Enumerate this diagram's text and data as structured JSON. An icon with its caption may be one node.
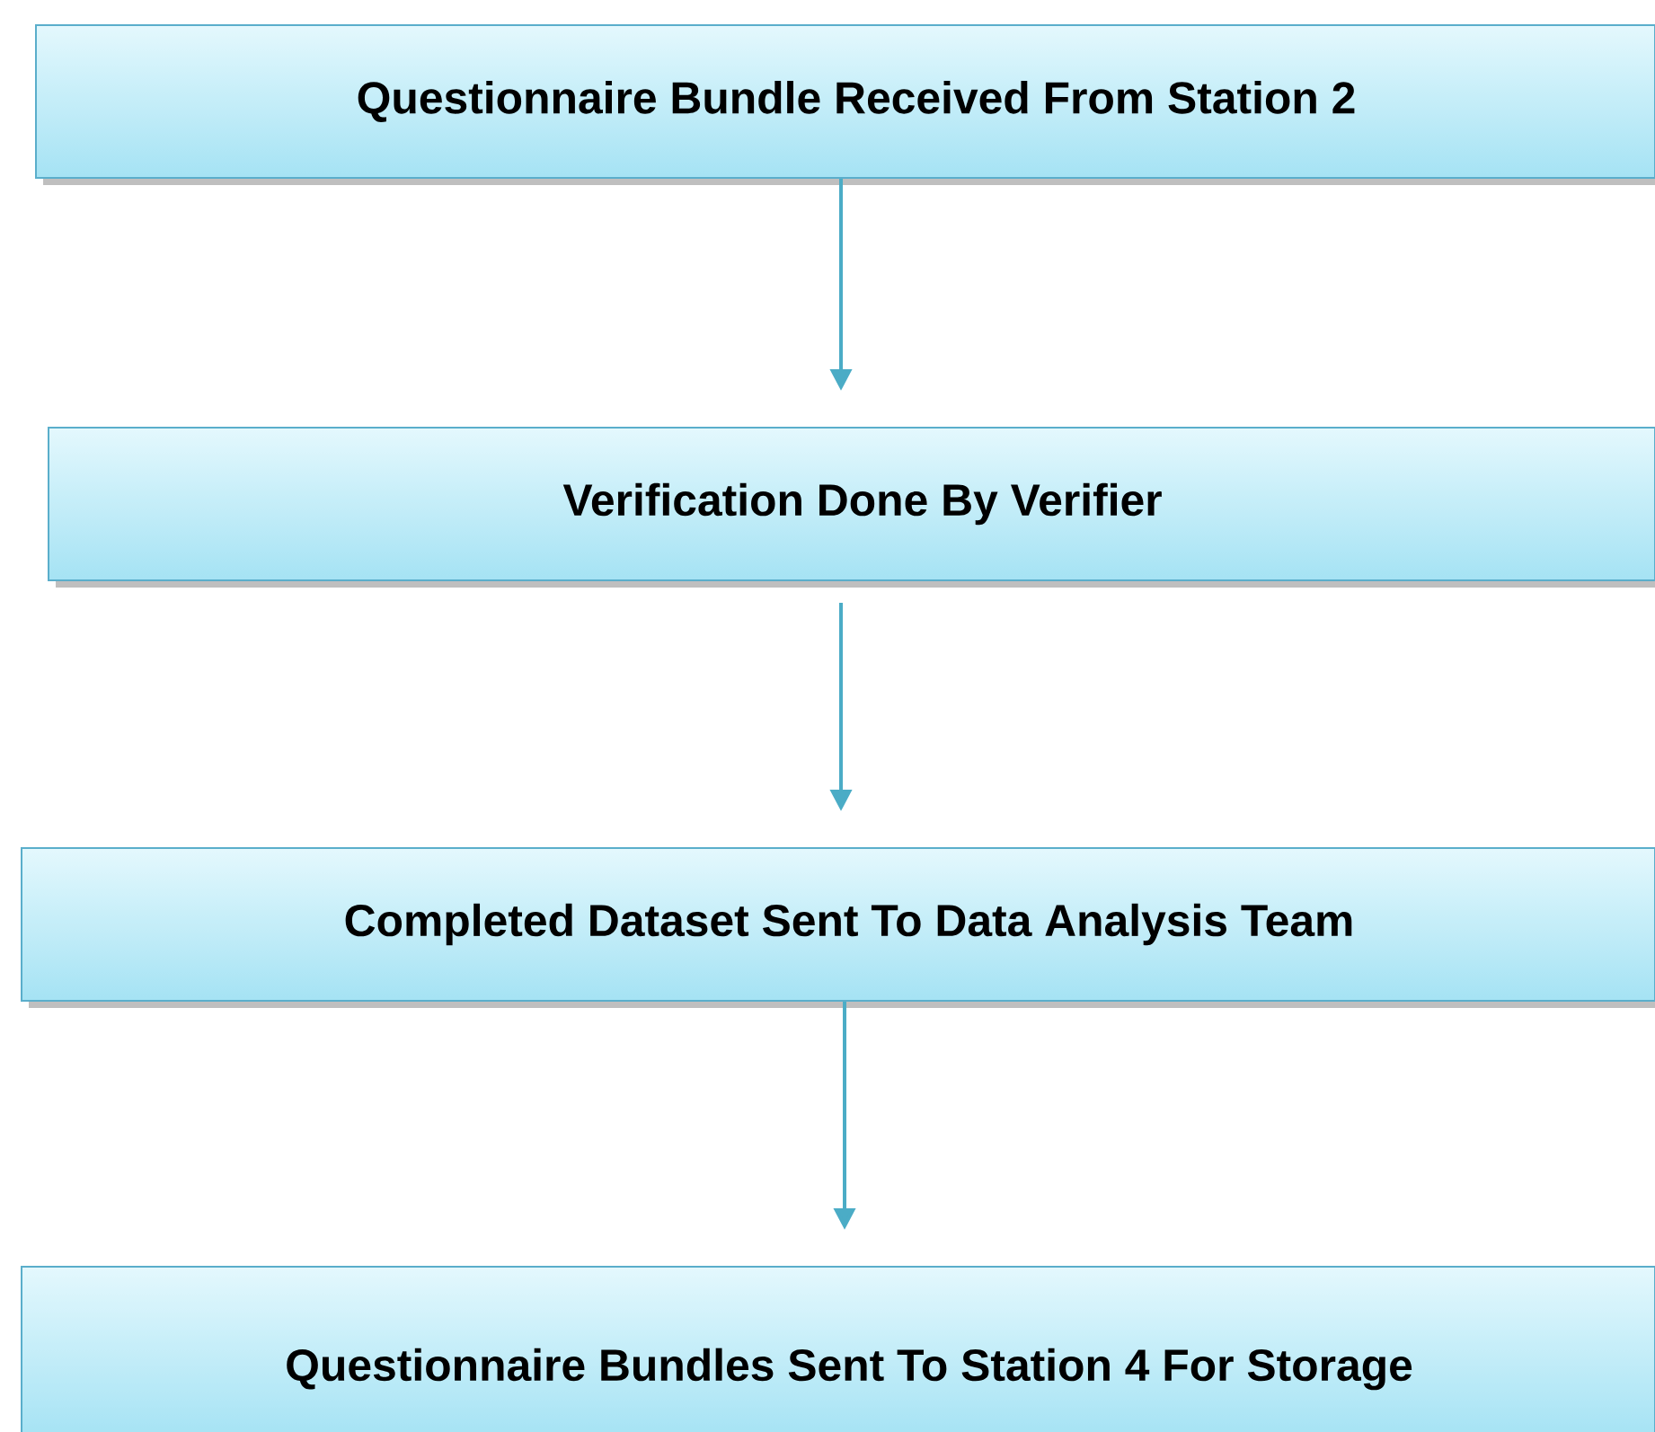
{
  "diagram": {
    "nodes": [
      {
        "text": [
          "Questionnaire Bundle Received From Station 2"
        ]
      },
      {
        "text": [
          "Verification Done By Verifier"
        ]
      },
      {
        "text": [
          "Completed Dataset Sent To Data Analysis Team"
        ]
      },
      {
        "text": [
          "Questionnaire Bundles Sent To Station 4 For Storage"
        ]
      }
    ],
    "edges": [
      {
        "from": 0,
        "to": 1,
        "arrow": "to"
      },
      {
        "from": 1,
        "to": 2,
        "arrow": "to"
      },
      {
        "from": 2,
        "to": 3,
        "arrow": "to"
      }
    ]
  }
}
